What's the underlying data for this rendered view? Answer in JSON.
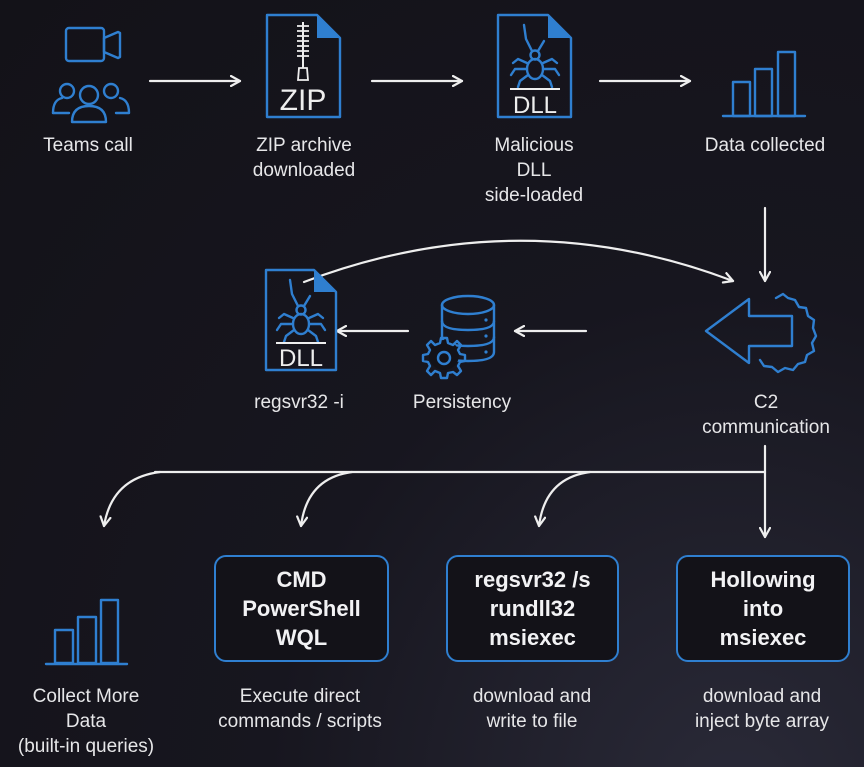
{
  "nodes": {
    "teams_call": {
      "label": "Teams call",
      "icon": "video-call-group-icon"
    },
    "zip_archive": {
      "label_lines": [
        "ZIP archive",
        "downloaded"
      ],
      "icon_text": "ZIP",
      "icon": "zip-file-icon"
    },
    "malicious_dll": {
      "label_lines": [
        "Malicious",
        "DLL",
        "side-loaded"
      ],
      "icon_text": "DLL",
      "icon": "dll-spider-file-icon"
    },
    "data_collected": {
      "label": "Data collected",
      "icon": "bar-chart-icon"
    },
    "c2": {
      "label_lines": [
        "C2",
        "communication"
      ],
      "icon": "arrow-gear-icon"
    },
    "persistency": {
      "label": "Persistency",
      "icon": "database-gear-icon"
    },
    "regsvr32_i": {
      "label": "regsvr32 -i",
      "icon_text": "DLL",
      "icon": "dll-spider-file-icon"
    },
    "collect_more": {
      "label_lines": [
        "Collect More",
        "Data",
        "(built-in queries)"
      ],
      "icon": "bar-chart-icon"
    },
    "execute": {
      "box_lines": [
        "CMD",
        "PowerShell",
        "WQL"
      ],
      "label_lines": [
        "Execute direct",
        "commands / scripts"
      ]
    },
    "download_write": {
      "box_lines": [
        "regsvr32 /s",
        "rundll32",
        "msiexec"
      ],
      "label_lines": [
        "download and",
        "write to file"
      ]
    },
    "hollowing": {
      "box_lines": [
        "Hollowing",
        "into",
        "msiexec"
      ],
      "label_lines": [
        "download and",
        "inject byte array"
      ]
    }
  },
  "colors": {
    "accent": "#2f7fd0",
    "arrow": "#eeeeee",
    "background": "#131218"
  }
}
